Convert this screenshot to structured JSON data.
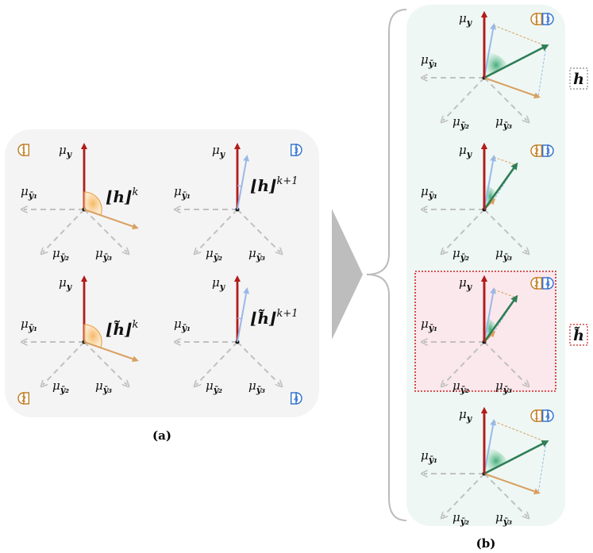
{
  "panel_a": {
    "caption": "(a)",
    "cells": [
      {
        "id": 1,
        "badge": "1",
        "badge_side": "left",
        "label_main": "⌊h⌋",
        "label_sup": "k",
        "tilde": false,
        "variant": "angle"
      },
      {
        "id": 3,
        "badge": "3",
        "badge_side": "right",
        "label_main": "⌊h⌋",
        "label_sup": "k+1",
        "tilde": false,
        "variant": "projection"
      },
      {
        "id": 2,
        "badge": "2",
        "badge_side": "left",
        "label_main": "⌊h̃⌋",
        "label_sup": "k",
        "tilde": true,
        "variant": "angle"
      },
      {
        "id": 4,
        "badge": "4",
        "badge_side": "right",
        "label_main": "⌊h̃⌋",
        "label_sup": "k+1",
        "tilde": true,
        "variant": "projection"
      }
    ]
  },
  "panel_b": {
    "caption": "(b)",
    "cells": [
      {
        "id": "b1",
        "badge_left": "1",
        "badge_right": "3",
        "highlight": false
      },
      {
        "id": "b2",
        "badge_left": "2",
        "badge_right": "3",
        "highlight": false
      },
      {
        "id": "b3",
        "badge_left": "2",
        "badge_right": "4",
        "highlight": true
      },
      {
        "id": "b4",
        "badge_left": "1",
        "badge_right": "4",
        "highlight": false
      }
    ],
    "side_labels": [
      {
        "text": "h",
        "tilde": false,
        "box_color": "#888888"
      },
      {
        "text": "h̃",
        "tilde": true,
        "box_color": "#cc2222"
      }
    ]
  },
  "axis_labels": {
    "mu_y": "μ",
    "mu_y_sub": "y",
    "mu_y1": "μ",
    "mu_y1_sub": "ȳ₁",
    "mu_y2": "μ",
    "mu_y2_sub": "ȳ₂",
    "mu_y3": "μ",
    "mu_y3_sub": "ȳ₃"
  },
  "colors": {
    "red_axis": "#b31b1b",
    "gray_axis": "#c0c0c0",
    "orange": "#d9a060",
    "blue": "#9ab8e8",
    "green": "#2e7d55",
    "badge_orange": "#c07a20",
    "badge_blue": "#2d6fd0",
    "panel_a_bg": "#f4f4f4",
    "panel_b_bg": "#eef7f4",
    "highlight_bg": "#fbe8ec",
    "highlight_border": "#cc2222",
    "arrow_gray": "#c8c8c8",
    "brace": "#bbbbbb"
  }
}
